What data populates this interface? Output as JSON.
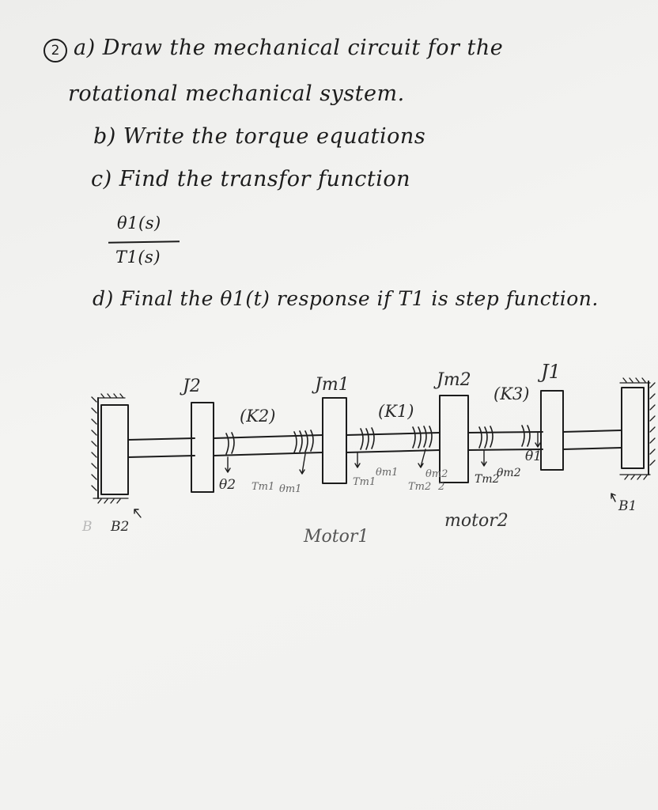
{
  "question": {
    "number": "2",
    "line_a1": "a) Draw the mechanical circuit for the",
    "line_a2": "rotational mechanical system.",
    "line_b": "b) Write the torque equations",
    "line_c": "c) Find the transfor function",
    "frac_num": "θ1(s)",
    "frac_den": "T1(s)",
    "line_d": "d) Final the θ1(t) response if T1 is step function."
  },
  "diagram": {
    "inertias": {
      "j2": "J2",
      "jm1": "Jm1",
      "jm2": "Jm2",
      "j1": "J1"
    },
    "springs": {
      "k2": "(K2)",
      "k1": "(K1)",
      "k3": "(K3)"
    },
    "dampers": {
      "b2": "B2",
      "b1": "B1",
      "b_faint": "B"
    },
    "angles": {
      "theta2": "θ2",
      "theta1": "θ1",
      "theta_m1a": "θm1",
      "theta_m1b": "θm1",
      "theta_m2a": "θm2",
      "theta_m2b": "θm2"
    },
    "torques": {
      "tm1a": "Tm1",
      "tm1b": "Tm1",
      "tm2a": "Tm2",
      "tm2b": "Tm2"
    },
    "extra_marks": {
      "two": "2"
    },
    "motors": {
      "motor1": "Motor1",
      "motor2": "motor2"
    }
  }
}
